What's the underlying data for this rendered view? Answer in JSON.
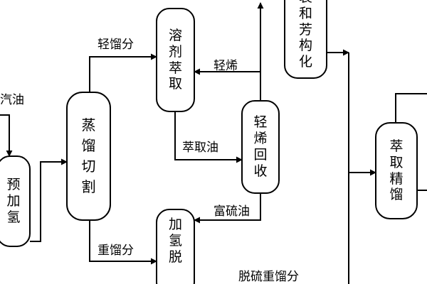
{
  "labels": {
    "gasoline": "汽油",
    "light_fraction": "轻馏分",
    "heavy_fraction": "重馏分",
    "light_olefins": "轻烯",
    "extract_oil": "萃取油",
    "sulfur_rich_oil": "富硫油",
    "desulfurized_heavy": "脱硫重馏分"
  },
  "nodes": {
    "prehydro": [
      "预",
      "加",
      "氢"
    ],
    "distill": [
      "蒸",
      "馏",
      "切",
      "割"
    ],
    "solvent": [
      "溶",
      "剂",
      "萃",
      "取"
    ],
    "hydrodesulf": [
      "加",
      "氢",
      "脱"
    ],
    "olefin_recovery": [
      "轻",
      "烯",
      "回",
      "收"
    ],
    "aromatization": [
      "裂",
      "和",
      "芳",
      "构",
      "化"
    ],
    "extract_distill": [
      "萃",
      "取",
      "精",
      "馏"
    ]
  }
}
